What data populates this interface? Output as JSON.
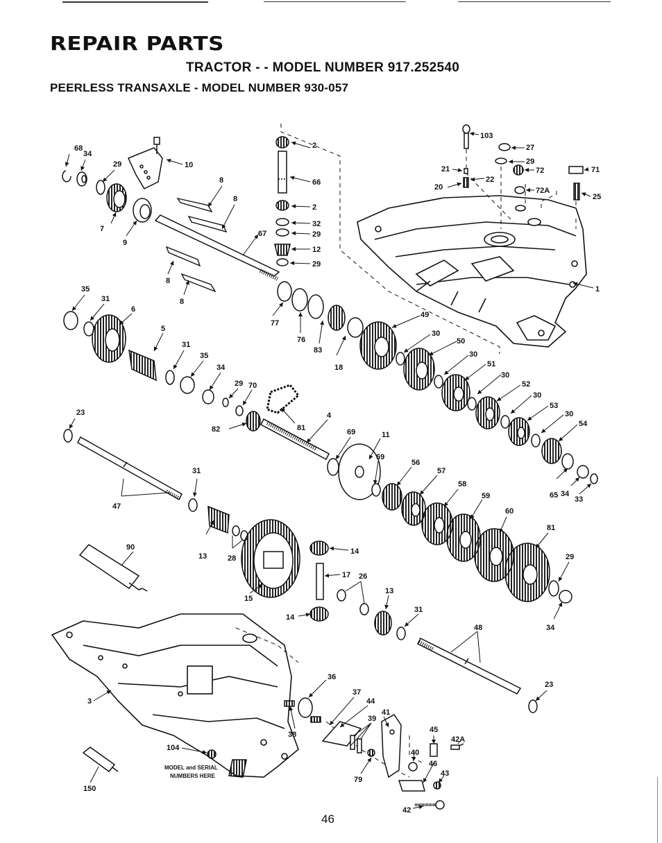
{
  "header": {
    "title": "REPAIR PARTS",
    "subtitle": "TRACTOR - - MODEL NUMBER 917.252540",
    "subtitle2": "PEERLESS TRANSAXLE - MODEL NUMBER 930-057"
  },
  "diagram": {
    "callouts": {
      "c10": "10",
      "c68a": "68",
      "c34a": "34",
      "c29a": "29",
      "c7": "7",
      "c9": "9",
      "c8a": "8",
      "c8b": "8",
      "c8c": "8",
      "c8d": "8",
      "c67": "67",
      "c2a": "2",
      "c66": "66",
      "c2b": "2",
      "c32": "32",
      "c29b": "29",
      "c12": "12",
      "c29c": "29",
      "c103": "103",
      "c27": "27",
      "c29d": "29",
      "c72": "72",
      "c71": "71",
      "c21": "21",
      "c22": "22",
      "c20": "20",
      "c72a": "72A",
      "c25": "25",
      "c1": "1",
      "c35a": "35",
      "c31a": "31",
      "c6a": "6",
      "c77": "77",
      "c76": "76",
      "c83": "83",
      "c18": "18",
      "c49": "49",
      "c5": "5",
      "c31b": "31",
      "c35b": "35",
      "c34b": "34",
      "c30a": "30",
      "c50": "50",
      "c30b": "30",
      "c51": "51",
      "c30c": "30",
      "c52": "52",
      "c30d": "30",
      "c53": "53",
      "c30e": "30",
      "c54": "54",
      "c29e": "29",
      "c70": "70",
      "c23a": "23",
      "c82": "82",
      "c81a": "81",
      "c4": "4",
      "c69a": "69",
      "c11": "11",
      "c69b": "69",
      "c56": "56",
      "c57": "57",
      "c58": "58",
      "c59": "59",
      "c60": "60",
      "c81b": "81",
      "c65": "65",
      "c34c": "34",
      "c33": "33",
      "c31c": "31",
      "c47": "47",
      "c13a": "13",
      "c28": "28",
      "c14a": "14",
      "c90": "90",
      "c17": "17",
      "c26": "26",
      "c13b": "13",
      "c29f": "29",
      "c34d": "34",
      "c15": "15",
      "c14b": "14",
      "c31d": "31",
      "c48": "48",
      "c3": "3",
      "c23b": "23",
      "c36": "36",
      "c37": "37",
      "c44": "44",
      "c39": "39",
      "c41": "41",
      "c38": "38",
      "c45": "45",
      "c42a": "42A",
      "c40": "40",
      "c46": "46",
      "c43": "43",
      "c79": "79",
      "c104": "104",
      "c150": "150",
      "c42": "42"
    },
    "model_note_line1": "MODEL and SERIAL",
    "model_note_line2": "NUMBERS HERE"
  },
  "footer": {
    "page_number": "46"
  }
}
